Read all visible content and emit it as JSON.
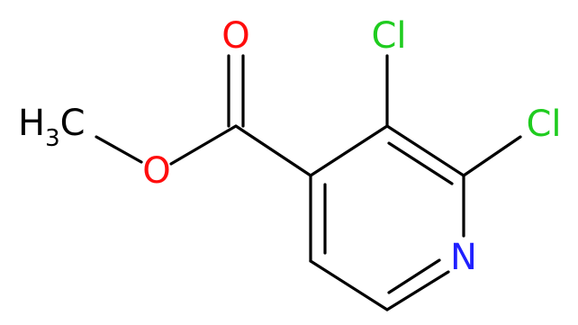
{
  "structure": {
    "atoms": {
      "o_carbonyl": "O",
      "o_ester": "O",
      "methyl": {
        "main": "H",
        "sub": "3",
        "tail": "C"
      },
      "cl_3": "Cl",
      "cl_2": "Cl",
      "n_ring": "N"
    }
  },
  "colors": {
    "bond": "#000000",
    "carbon": "#000000",
    "oxygen": "#ff0d0d",
    "chlorine": "#1fcc1f",
    "nitrogen": "#2020ff"
  }
}
